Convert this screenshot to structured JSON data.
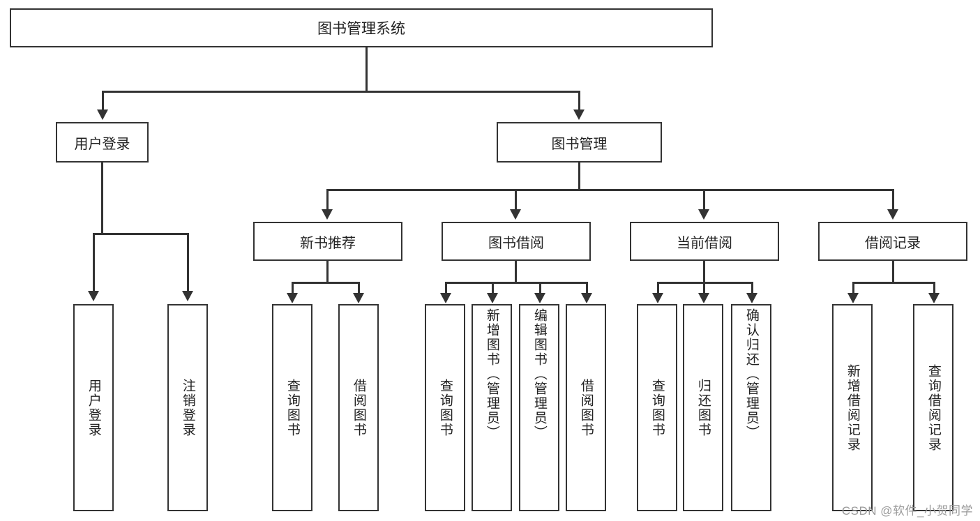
{
  "diagram": {
    "title": "图书管理系统",
    "level1": [
      {
        "label": "用户登录"
      },
      {
        "label": "图书管理"
      }
    ],
    "level2": [
      {
        "label": "新书推荐"
      },
      {
        "label": "图书借阅"
      },
      {
        "label": "当前借阅"
      },
      {
        "label": "借阅记录"
      }
    ],
    "leaves": {
      "user_login": [
        {
          "label": "用户登录"
        },
        {
          "label": "注销登录"
        }
      ],
      "new_book_recommend": [
        {
          "label": "查询图书"
        },
        {
          "label": "借阅图书"
        }
      ],
      "book_borrow": [
        {
          "label": "查询图书"
        },
        {
          "label": "新增图书（管理员）"
        },
        {
          "label": "编辑图书（管理员）"
        },
        {
          "label": "借阅图书"
        }
      ],
      "current_borrow": [
        {
          "label": "查询图书"
        },
        {
          "label": "归还图书"
        },
        {
          "label": "确认归还（管理员）"
        }
      ],
      "borrow_record": [
        {
          "label": "新增借阅记录"
        },
        {
          "label": "查询借阅记录"
        }
      ]
    }
  },
  "watermark": {
    "text": "CSDN @软件_小贺同学"
  },
  "colors": {
    "stroke": "#333333",
    "background": "#ffffff",
    "text": "#222222",
    "watermark": "#9a9a9a"
  }
}
